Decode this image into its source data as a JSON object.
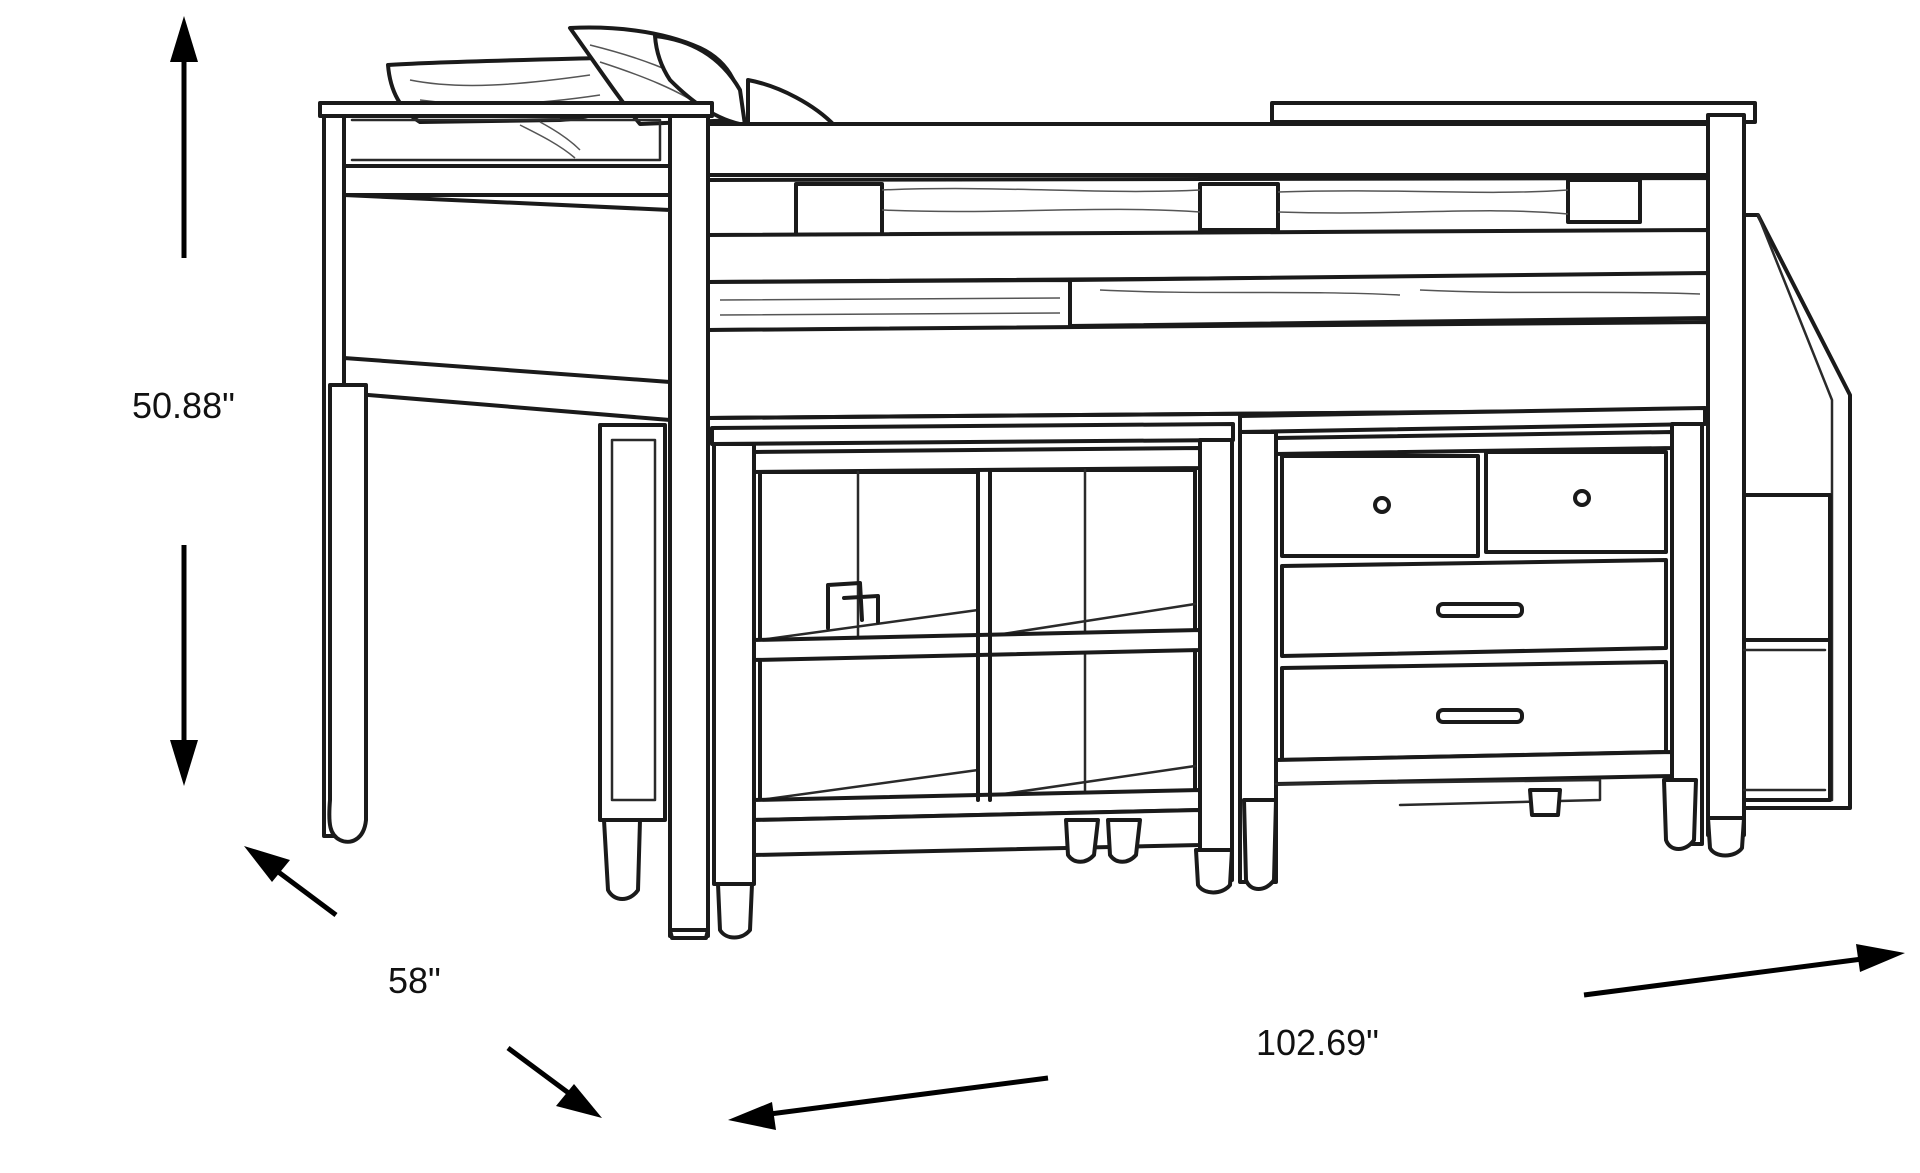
{
  "dimensions": {
    "height": "50.88\"",
    "depth": "58\"",
    "width": "102.69\""
  },
  "colors": {
    "ink": "#1a1a1a",
    "background": "#ffffff"
  }
}
